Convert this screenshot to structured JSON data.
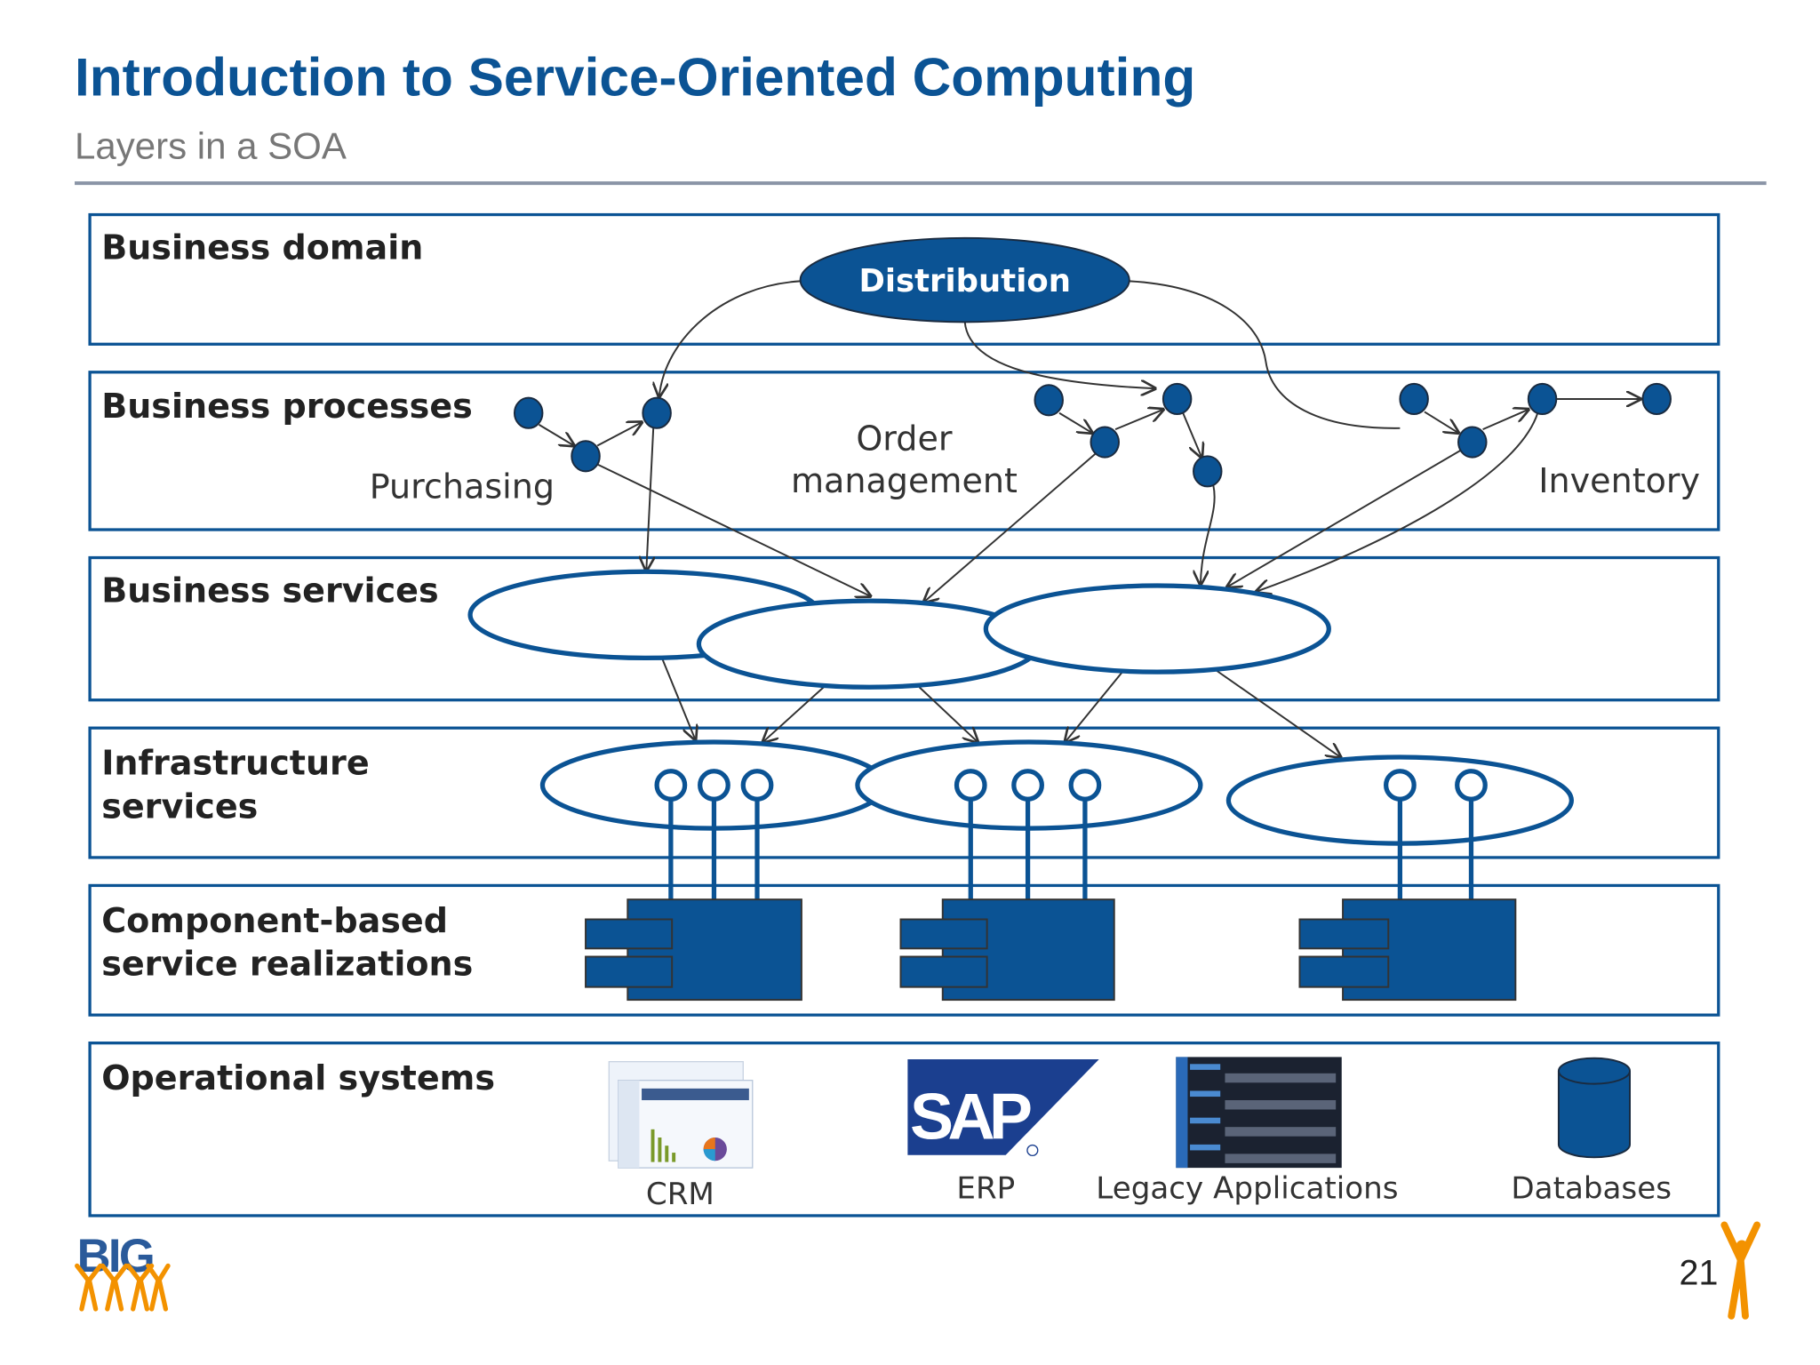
{
  "header": {
    "title": "Introduction to Service-Oriented Computing",
    "subtitle": "Layers in a SOA"
  },
  "layers": [
    {
      "name": "Business domain"
    },
    {
      "name": "Business processes"
    },
    {
      "name": "Business services"
    },
    {
      "name": "Infrastructure services",
      "line1": "Infrastructure",
      "line2": "services"
    },
    {
      "name": "Component-based service realizations",
      "line1": "Component-based",
      "line2": "service realizations"
    },
    {
      "name": "Operational systems"
    }
  ],
  "domain": {
    "distribution": "Distribution"
  },
  "processes": {
    "purchasing": "Purchasing",
    "order_line1": "Order",
    "order_line2": "management",
    "inventory": "Inventory"
  },
  "operational": {
    "crm": "CRM",
    "erp": "ERP",
    "legacy": "Legacy Applications",
    "databases": "Databases",
    "sap_logo": "SAP"
  },
  "footer": {
    "logo": "BIG",
    "page_number": "21"
  },
  "colors": {
    "primary": "#0b5394",
    "accent": "#f39200",
    "rule": "#8a94a6"
  }
}
